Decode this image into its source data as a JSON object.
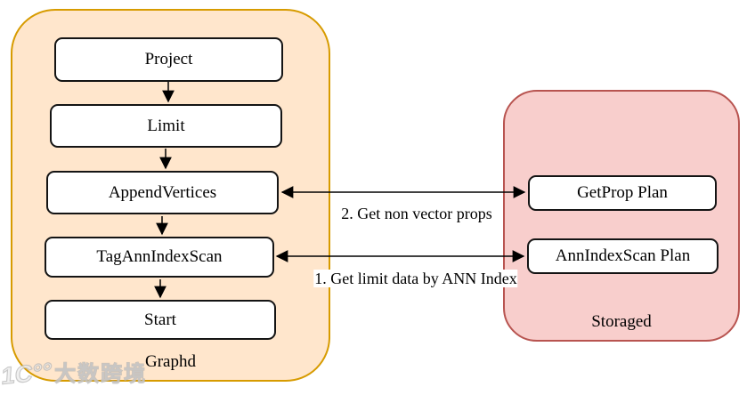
{
  "diagram": {
    "graphd": {
      "label": "Graphd",
      "nodes": [
        {
          "label": "Project"
        },
        {
          "label": "Limit"
        },
        {
          "label": "AppendVertices"
        },
        {
          "label": "TagAnnIndexScan"
        },
        {
          "label": "Start"
        }
      ]
    },
    "storaged": {
      "label": "Storaged",
      "nodes": [
        {
          "label": "GetProp Plan"
        },
        {
          "label": "AnnIndexScan Plan"
        }
      ]
    },
    "edge_labels": {
      "non_vector_props": "2. Get non vector props",
      "limit_data": "1. Get limit data by ANN Index"
    },
    "colors": {
      "graphd_fill": "#ffe6cc",
      "graphd_border": "#d79b00",
      "storaged_fill": "#f8cecc",
      "storaged_border": "#b85450",
      "node_border": "#141414",
      "arrow": "#000000"
    }
  },
  "watermark": {
    "logo_glyph": "1C°°",
    "text": "大数跨境"
  }
}
